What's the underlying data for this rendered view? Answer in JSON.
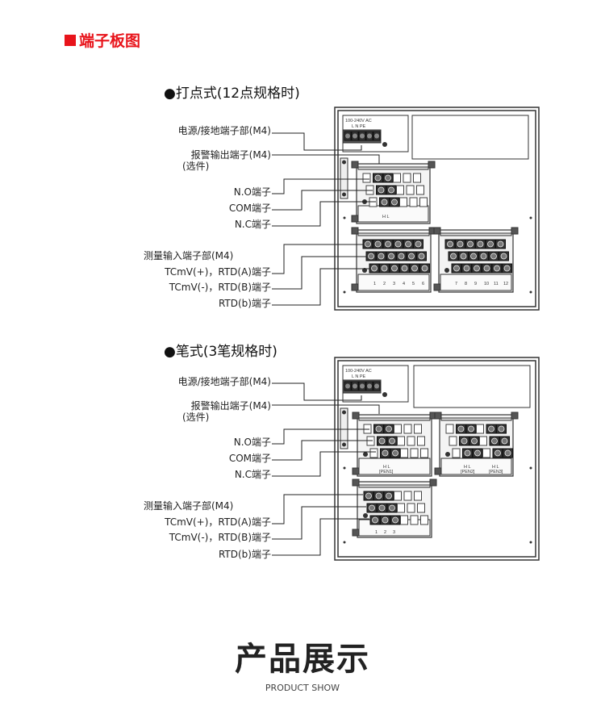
{
  "header": {
    "title": "端子板图"
  },
  "section1": {
    "title": "●打点式(12点规格时)",
    "labels": {
      "power": "电源/接地端子部(M4)",
      "alarm": "报警输出端子(M4)",
      "alarm_opt": "(选件)",
      "no": "N.O端子",
      "com": "COM端子",
      "nc": "N.C端子",
      "measure": "测量输入端子部(M4)",
      "tc_plus": "TCmV(+)，RTD(A)端子",
      "tc_minus": "TCmV(-)，RTD(B)端子",
      "rtd_b": "RTD(b)端子"
    },
    "panel": {
      "power_rating": "100-240V AC",
      "power_terms": "L  N PE",
      "alarm_hl": "H   L",
      "numbers_a": [
        "1",
        "2",
        "3",
        "4",
        "5",
        "6"
      ],
      "numbers_b": [
        "7",
        "8",
        "9",
        "10",
        "11",
        "12"
      ]
    }
  },
  "section2": {
    "title": "●笔式(3笔规格时)",
    "labels": {
      "power": "电源/接地端子部(M4)",
      "alarm": "报警输出端子(M4)",
      "alarm_opt": "(选件)",
      "no": "N.O端子",
      "com": "COM端子",
      "nc": "N.C端子",
      "measure": "测量输入端子部(M4)",
      "tc_plus": "TCmV(+)，RTD(A)端子",
      "tc_minus": "TCmV(-)，RTD(B)端子",
      "rtd_b": "RTD(b)端子"
    },
    "panel": {
      "power_rating": "100-240V AC",
      "power_terms": "L  N PE",
      "pens": [
        {
          "hl": "H   L",
          "name": "[PEN1]"
        },
        {
          "hl": "H   L",
          "name": "[PEN2]"
        },
        {
          "hl": "H   L",
          "name": "[PEN3]"
        }
      ],
      "numbers": [
        "1",
        "2",
        "3"
      ]
    }
  },
  "footer": {
    "title": "产品展示",
    "subtitle": "PRODUCT SHOW"
  }
}
